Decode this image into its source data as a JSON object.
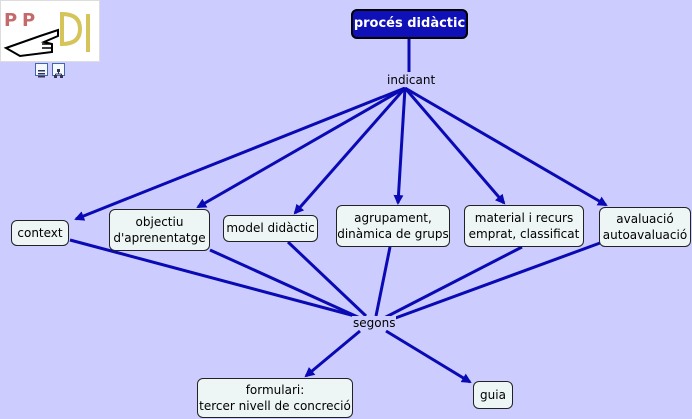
{
  "diagram": {
    "root": "procés didàctic",
    "link_top": "indicant",
    "link_mid": "segons",
    "nodes": [
      {
        "id": "context",
        "label": "context"
      },
      {
        "id": "objectiu",
        "label": "objectiu\nd'aprenentatge"
      },
      {
        "id": "model",
        "label": "model didàctic"
      },
      {
        "id": "agrupament",
        "label": "agrupament,\ndinàmica de grups"
      },
      {
        "id": "material",
        "label": "material i recurs\nemprat, classificat"
      },
      {
        "id": "avaluacio",
        "label": "avaluació\nautoavaluació"
      },
      {
        "id": "formulari",
        "label": "formulari:\ntercer nivell de concreció"
      },
      {
        "id": "guia",
        "label": "guia"
      }
    ]
  },
  "colors": {
    "background": "#ccccff",
    "root_fill": "#1010b8",
    "node_fill": "#eef5f5",
    "connector": "#0a0ab4"
  },
  "logo": {
    "icon": "ppdi-hand-pointer-logo"
  },
  "toolbar": {
    "icons": [
      "list-view-icon",
      "tree-view-icon"
    ]
  }
}
